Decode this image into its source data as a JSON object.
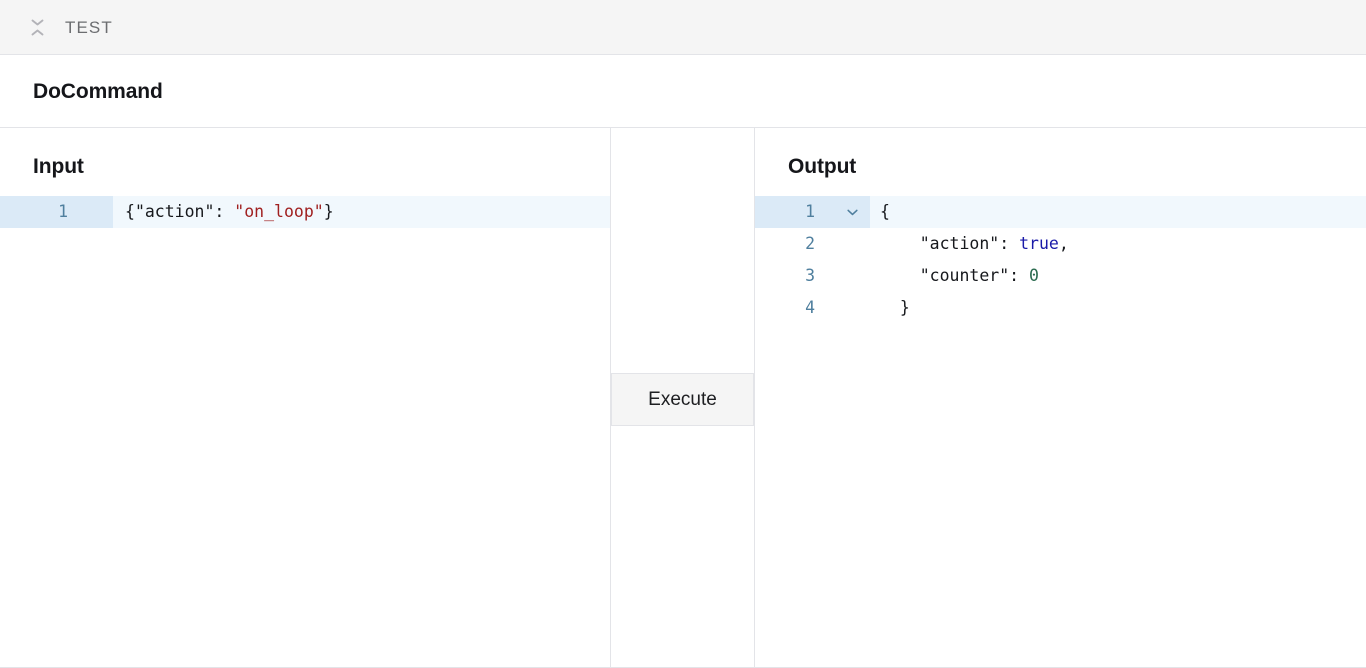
{
  "topbar": {
    "collapse_icon": "collapse-chevrons-icon",
    "title": "TEST"
  },
  "command_header": {
    "title": "DoCommand"
  },
  "input_pane": {
    "title": "Input",
    "lines": [
      {
        "number": "1",
        "active": true,
        "tokens": [
          {
            "text": "{",
            "type": "punct"
          },
          {
            "text": "\"action\"",
            "type": "key"
          },
          {
            "text": ": ",
            "type": "punct"
          },
          {
            "text": "\"on_loop\"",
            "type": "str"
          },
          {
            "text": "}",
            "type": "punct"
          }
        ]
      }
    ]
  },
  "middle_pane": {
    "execute_label": "Execute"
  },
  "output_pane": {
    "title": "Output",
    "lines": [
      {
        "number": "1",
        "active": true,
        "fold": "chevron-down-icon",
        "tokens": [
          {
            "text": "{",
            "type": "punct"
          }
        ]
      },
      {
        "number": "2",
        "active": false,
        "fold": null,
        "tokens": [
          {
            "text": "    ",
            "type": "punct"
          },
          {
            "text": "\"action\"",
            "type": "key"
          },
          {
            "text": ": ",
            "type": "punct"
          },
          {
            "text": "true",
            "type": "bool"
          },
          {
            "text": ",",
            "type": "punct"
          }
        ]
      },
      {
        "number": "3",
        "active": false,
        "fold": null,
        "tokens": [
          {
            "text": "    ",
            "type": "punct"
          },
          {
            "text": "\"counter\"",
            "type": "key"
          },
          {
            "text": ": ",
            "type": "punct"
          },
          {
            "text": "0",
            "type": "num"
          }
        ]
      },
      {
        "number": "4",
        "active": false,
        "fold": null,
        "tokens": [
          {
            "text": "  ",
            "type": "punct"
          },
          {
            "text": "}",
            "type": "punct"
          }
        ]
      }
    ]
  },
  "colors": {
    "topbar_bg": "#f5f5f5",
    "border": "#e3e4e8",
    "active_line_bg": "#f1f8fd",
    "active_gutter_bg": "#dbeaf7",
    "line_number": "#4f7f9e",
    "string": "#a02020",
    "boolean": "#1a1aa8",
    "number": "#2b6b4f",
    "text": "#16181c",
    "muted_text": "#6c6d70"
  }
}
